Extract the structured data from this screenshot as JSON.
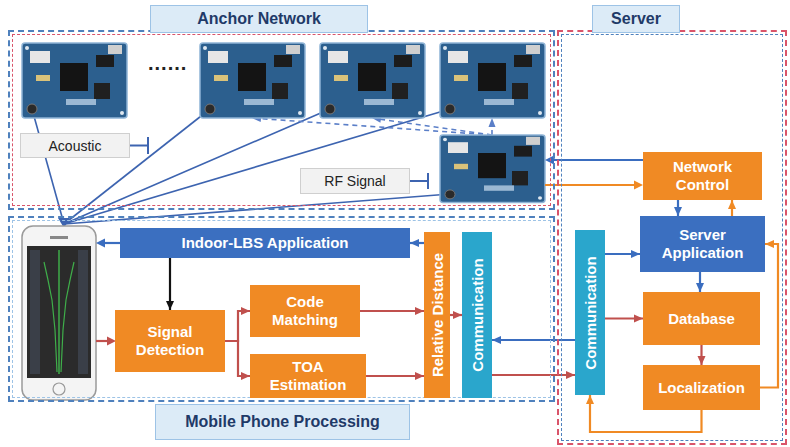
{
  "diagram": {
    "nodes": [
      {
        "text": [
          "Anchor Network"
        ]
      },
      {
        "text": [
          "Acoustic"
        ],
        "in": 0
      },
      {
        "text": [
          "RF Signal"
        ],
        "in": 0
      },
      {
        "text": [
          "Server"
        ]
      },
      {
        "text": [
          "Network Control"
        ],
        "in": 3
      },
      {
        "text": [
          "Server Application"
        ],
        "in": 3
      },
      {
        "text": [
          "Communication"
        ],
        "in": 3
      },
      {
        "text": [
          "Database"
        ],
        "in": 3
      },
      {
        "text": [
          "Localization"
        ],
        "in": 3
      },
      {
        "text": [
          "Mobile Phone Processing"
        ]
      },
      {
        "text": [
          "Indoor-LBS Application"
        ],
        "in": 9
      },
      {
        "text": [
          "Signal Detection"
        ],
        "in": 9
      },
      {
        "text": [
          "Code Matching"
        ],
        "in": 9
      },
      {
        "text": [
          "TOA Estimation"
        ],
        "in": 9
      },
      {
        "text": [
          "Relative Distance"
        ],
        "in": 9
      },
      {
        "text": [
          "Communication"
        ],
        "in": 9
      }
    ],
    "edges": [
      {
        "from": 10,
        "to": 11,
        "arrow": "to"
      },
      {
        "from": 11,
        "to": 12,
        "arrow": "to"
      },
      {
        "from": 11,
        "to": 13,
        "arrow": "to"
      },
      {
        "from": 12,
        "to": 14,
        "arrow": "to"
      },
      {
        "from": 13,
        "to": 14,
        "arrow": "to"
      },
      {
        "from": 14,
        "to": 15,
        "arrow": "to"
      },
      {
        "from": 14,
        "to": 10,
        "arrow": "to"
      },
      {
        "from": 15,
        "to": 6,
        "arrow": "to"
      },
      {
        "from": 6,
        "to": 15,
        "arrow": "to"
      },
      {
        "from": 6,
        "to": 5,
        "arrow": "to"
      },
      {
        "from": 6,
        "to": 7,
        "arrow": "to"
      },
      {
        "from": 4,
        "to": 5,
        "arrow": "to"
      },
      {
        "from": 5,
        "to": 4,
        "arrow": "to"
      },
      {
        "from": 5,
        "to": 7,
        "arrow": "to"
      },
      {
        "from": 7,
        "to": 8,
        "arrow": "to"
      },
      {
        "from": 8,
        "to": 5,
        "arrow": "to"
      },
      {
        "from": 8,
        "to": 6,
        "arrow": "to"
      }
    ],
    "labels": [
      "......"
    ]
  }
}
